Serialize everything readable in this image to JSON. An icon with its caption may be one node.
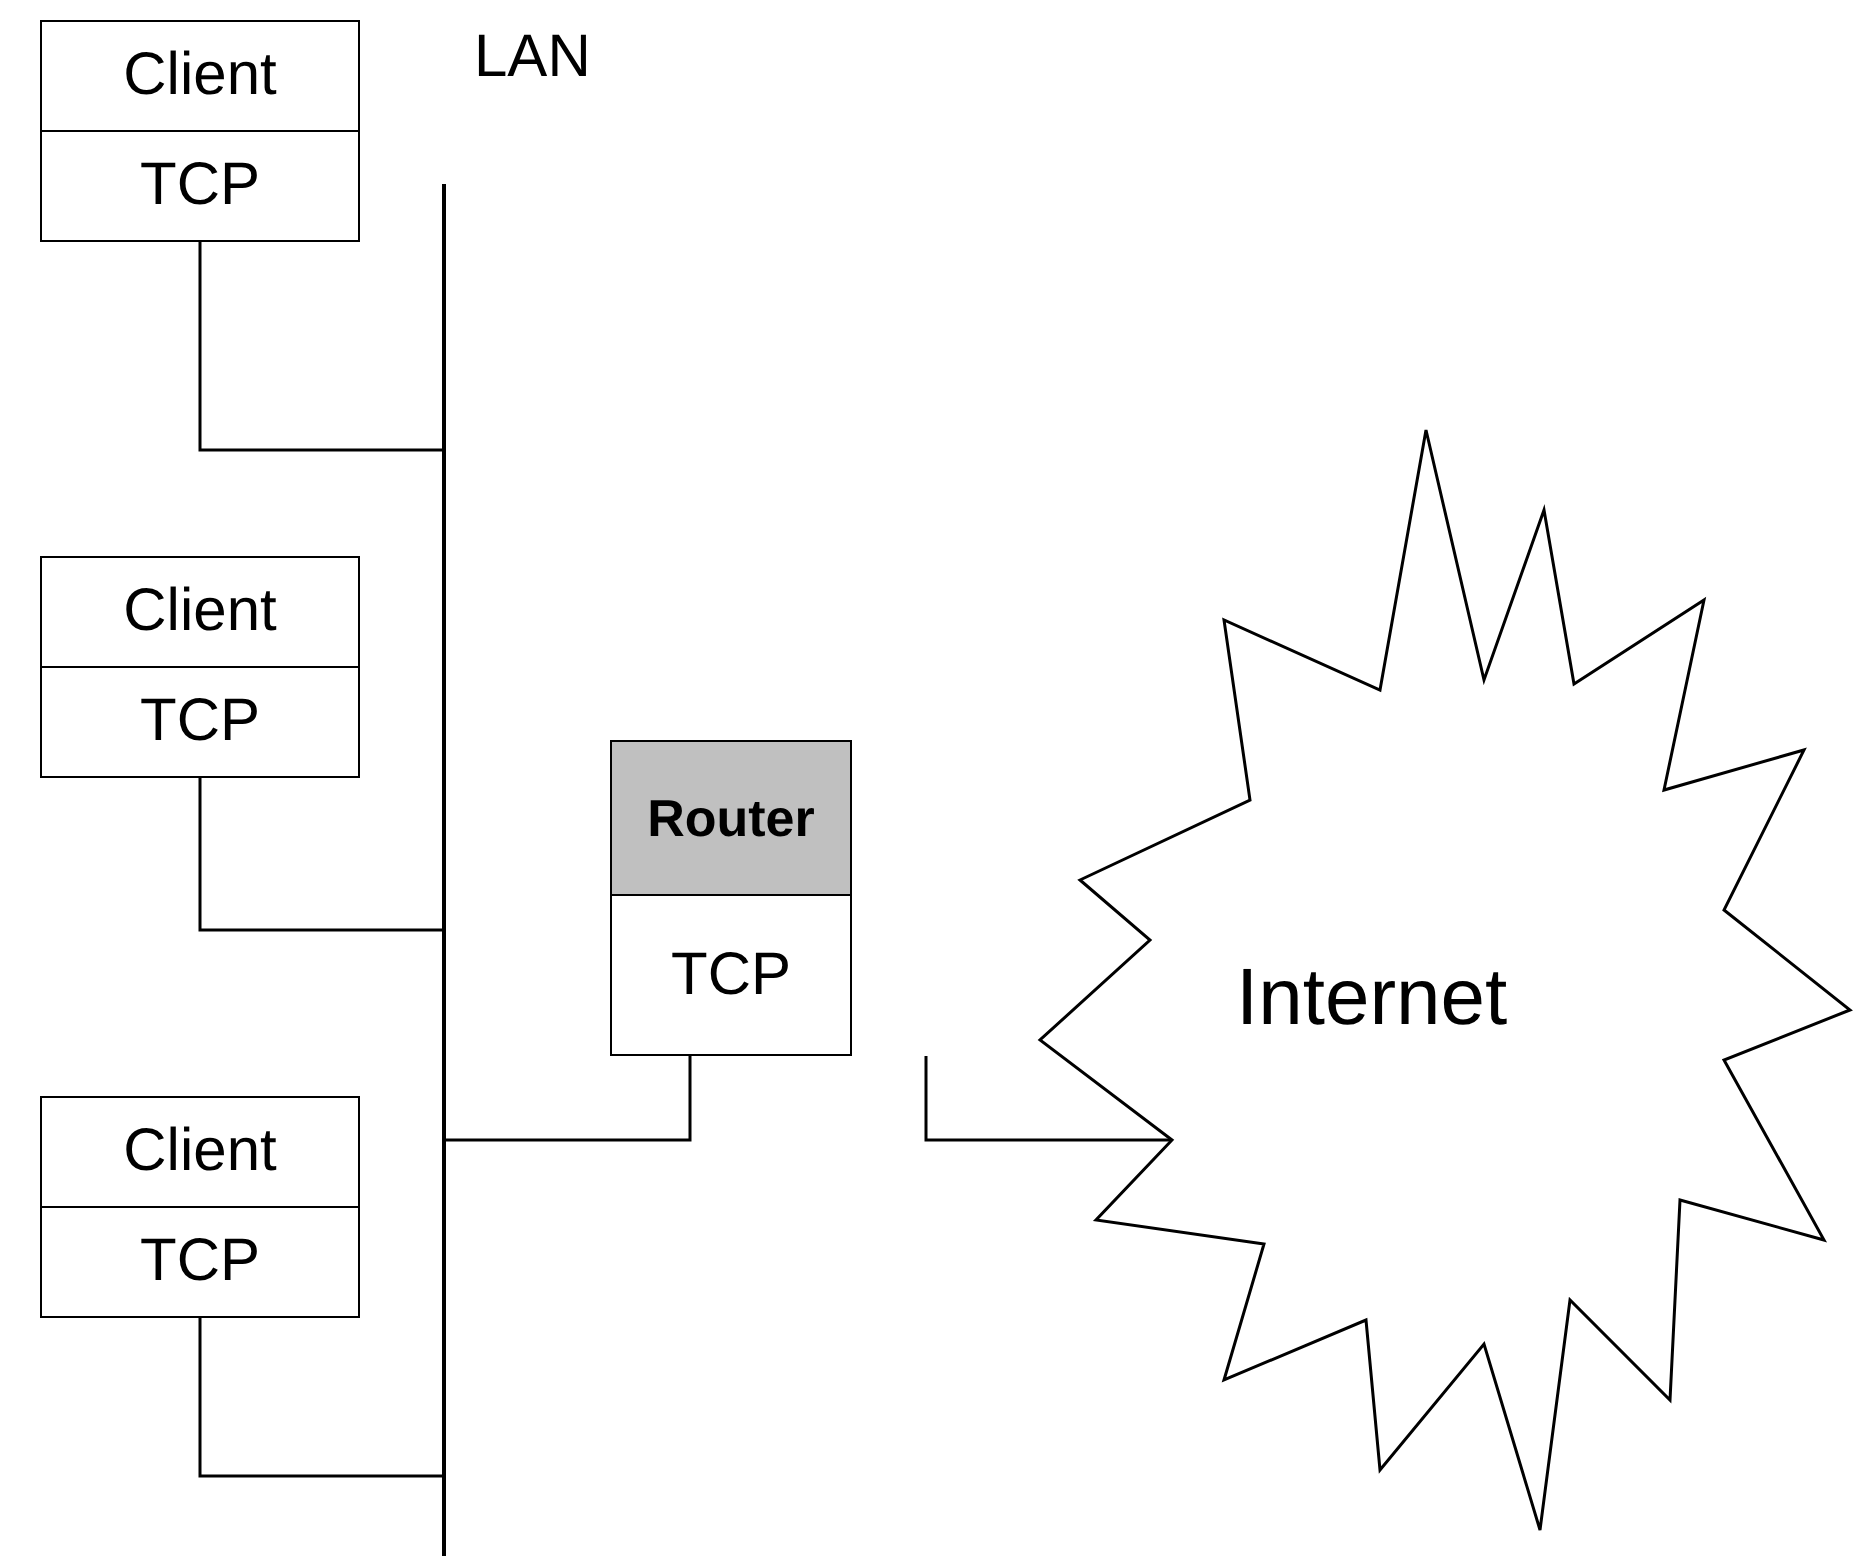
{
  "diagram": {
    "nodes": [
      {
        "text": [
          "Client"
        ]
      },
      {
        "text": [
          "TCP"
        ]
      },
      {
        "text": [
          "Client"
        ]
      },
      {
        "text": [
          "TCP"
        ]
      },
      {
        "text": [
          "Client"
        ]
      },
      {
        "text": [
          "TCP"
        ]
      },
      {
        "text": [
          "LAN"
        ]
      },
      {
        "text": [
          "Router"
        ]
      },
      {
        "text": [
          "TCP"
        ]
      },
      {
        "text": [
          "Internet"
        ]
      }
    ],
    "edges": [
      {
        "from": 1,
        "to": 6,
        "arrow": "none"
      },
      {
        "from": 3,
        "to": 6,
        "arrow": "none"
      },
      {
        "from": 5,
        "to": 6,
        "arrow": "none"
      },
      {
        "from": 8,
        "to": 6,
        "arrow": "none"
      },
      {
        "from": 8,
        "to": 9,
        "arrow": "none"
      }
    ]
  }
}
